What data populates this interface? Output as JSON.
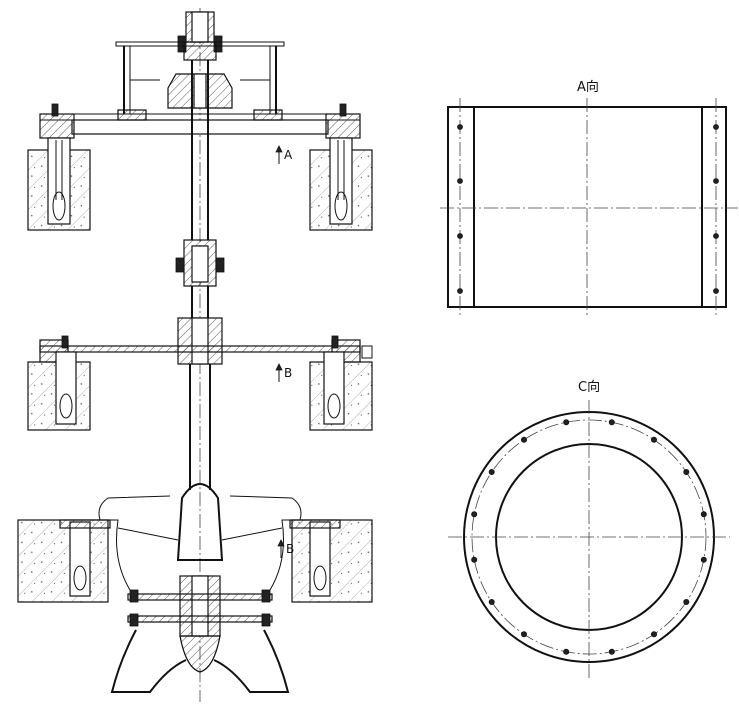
{
  "labels": {
    "view_a_title": "A向",
    "view_c_title": "C向",
    "arrow_a": "A",
    "arrow_b1": "B",
    "arrow_b2": "B"
  }
}
